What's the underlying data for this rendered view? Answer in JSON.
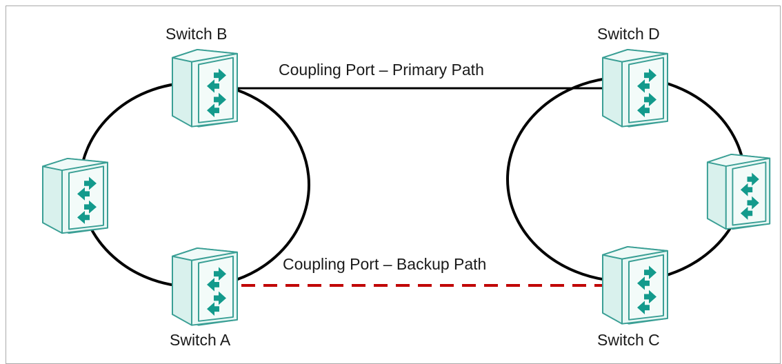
{
  "switches": {
    "switch_a": "Switch A",
    "switch_b": "Switch B",
    "switch_c": "Switch C",
    "switch_d": "Switch D"
  },
  "paths": {
    "primary": "Coupling Port – Primary Path",
    "backup": "Coupling Port – Backup Path"
  },
  "colors": {
    "ring": "#000000",
    "primary_link": "#000000",
    "backup_link": "#c00000",
    "switch_fill": "#e6f7f4",
    "switch_stroke": "#3a9f95",
    "arrow": "#139a8c"
  },
  "icons": {
    "switch": "network-switch-icon"
  }
}
